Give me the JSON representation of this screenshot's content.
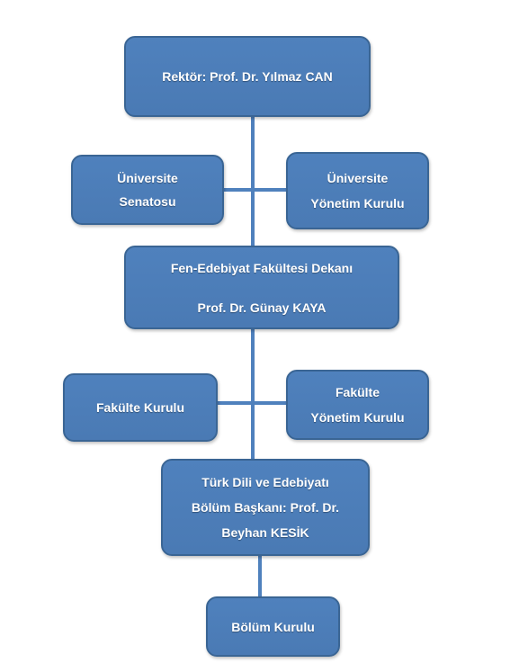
{
  "colors": {
    "box_fill": "#4f81bd",
    "box_border": "#3a6594",
    "connector": "#4f81bd",
    "text": "#ffffff"
  },
  "rektor": {
    "line1": "Rektör: Prof. Dr. Yılmaz CAN"
  },
  "senato": {
    "line1": "Üniversite",
    "line2": "Senatosu"
  },
  "universite_yonetim": {
    "line1": "Üniversite",
    "line2": "Yönetim Kurulu"
  },
  "dekan": {
    "line1": "Fen-Edebiyat Fakültesi Dekanı",
    "line2": "Prof. Dr. Günay KAYA"
  },
  "fakulte_kurulu": {
    "line1": "Fakülte Kurulu"
  },
  "fakulte_yonetim": {
    "line1": "Fakülte",
    "line2": "Yönetim Kurulu"
  },
  "bolum_baskani": {
    "line1": "Türk Dili ve Edebiyatı",
    "line2": "Bölüm Başkanı: Prof. Dr.",
    "line3": "Beyhan KESİK"
  },
  "bolum_kurulu": {
    "line1": "Bölüm Kurulu"
  }
}
